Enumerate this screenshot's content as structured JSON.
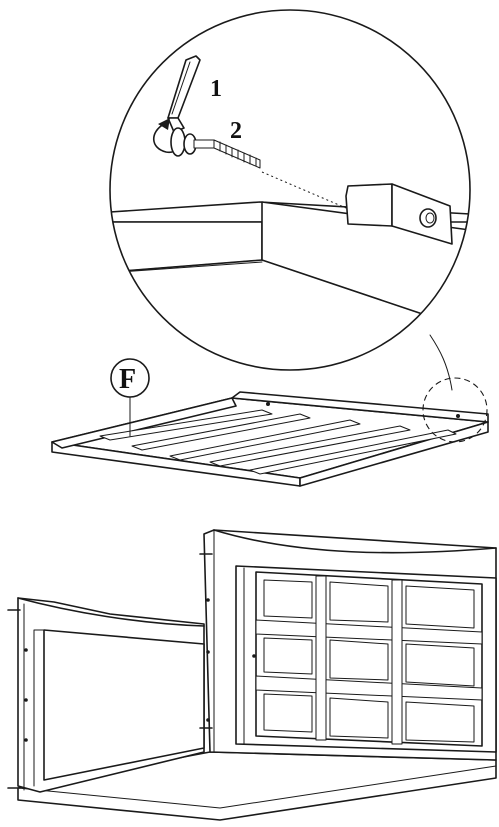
{
  "callouts": {
    "step_1": "1",
    "step_2": "2",
    "part_f": "F"
  },
  "colors": {
    "line": "#1a1a1a",
    "background": "#ffffff",
    "shade": "#e6e6e6"
  },
  "icons": {
    "tool": "allen-key-icon",
    "bolt": "bolt-icon",
    "rotation": "rotation-arrow-icon"
  }
}
